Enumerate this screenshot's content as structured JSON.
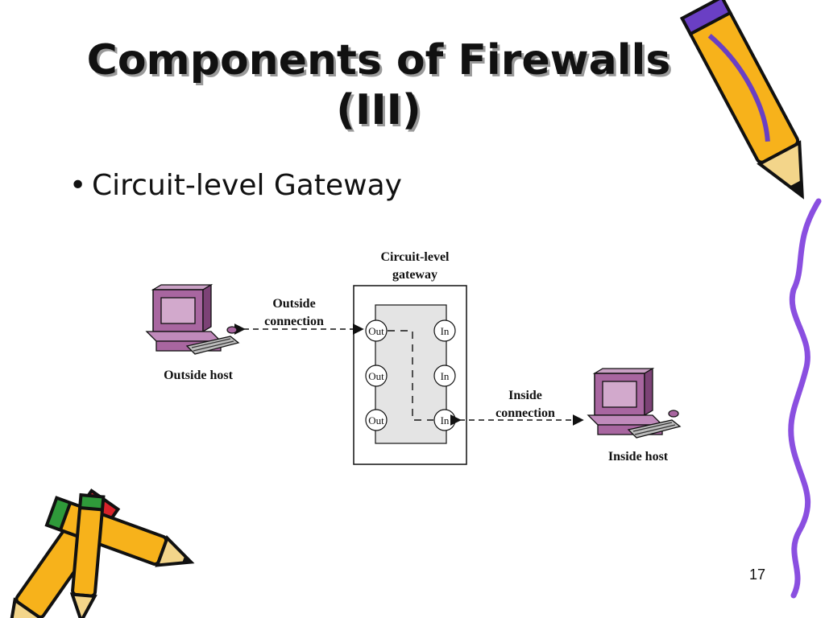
{
  "slide": {
    "title_line1": "Components of Firewalls",
    "title_line2": "(III)",
    "bullet": "Circuit-level Gateway",
    "page_number": "17"
  },
  "diagram": {
    "gateway_label_line1": "Circuit-level",
    "gateway_label_line2": "gateway",
    "outside_connection_line1": "Outside",
    "outside_connection_line2": "connection",
    "inside_connection_line1": "Inside",
    "inside_connection_line2": "connection",
    "outside_host": "Outside host",
    "inside_host": "Inside host",
    "ports": {
      "out": [
        "Out",
        "Out",
        "Out"
      ],
      "in": [
        "In",
        "In",
        "In"
      ]
    }
  },
  "colors": {
    "computer": "#a866a0",
    "gateway_fill": "#e4e4e4",
    "pencil_body": "#f7b21b",
    "pencil_trim": "#6a3fc4",
    "squiggle": "#8a4fe0"
  },
  "icons": [
    "outside-host-computer-icon",
    "inside-host-computer-icon",
    "pencil-icon"
  ]
}
